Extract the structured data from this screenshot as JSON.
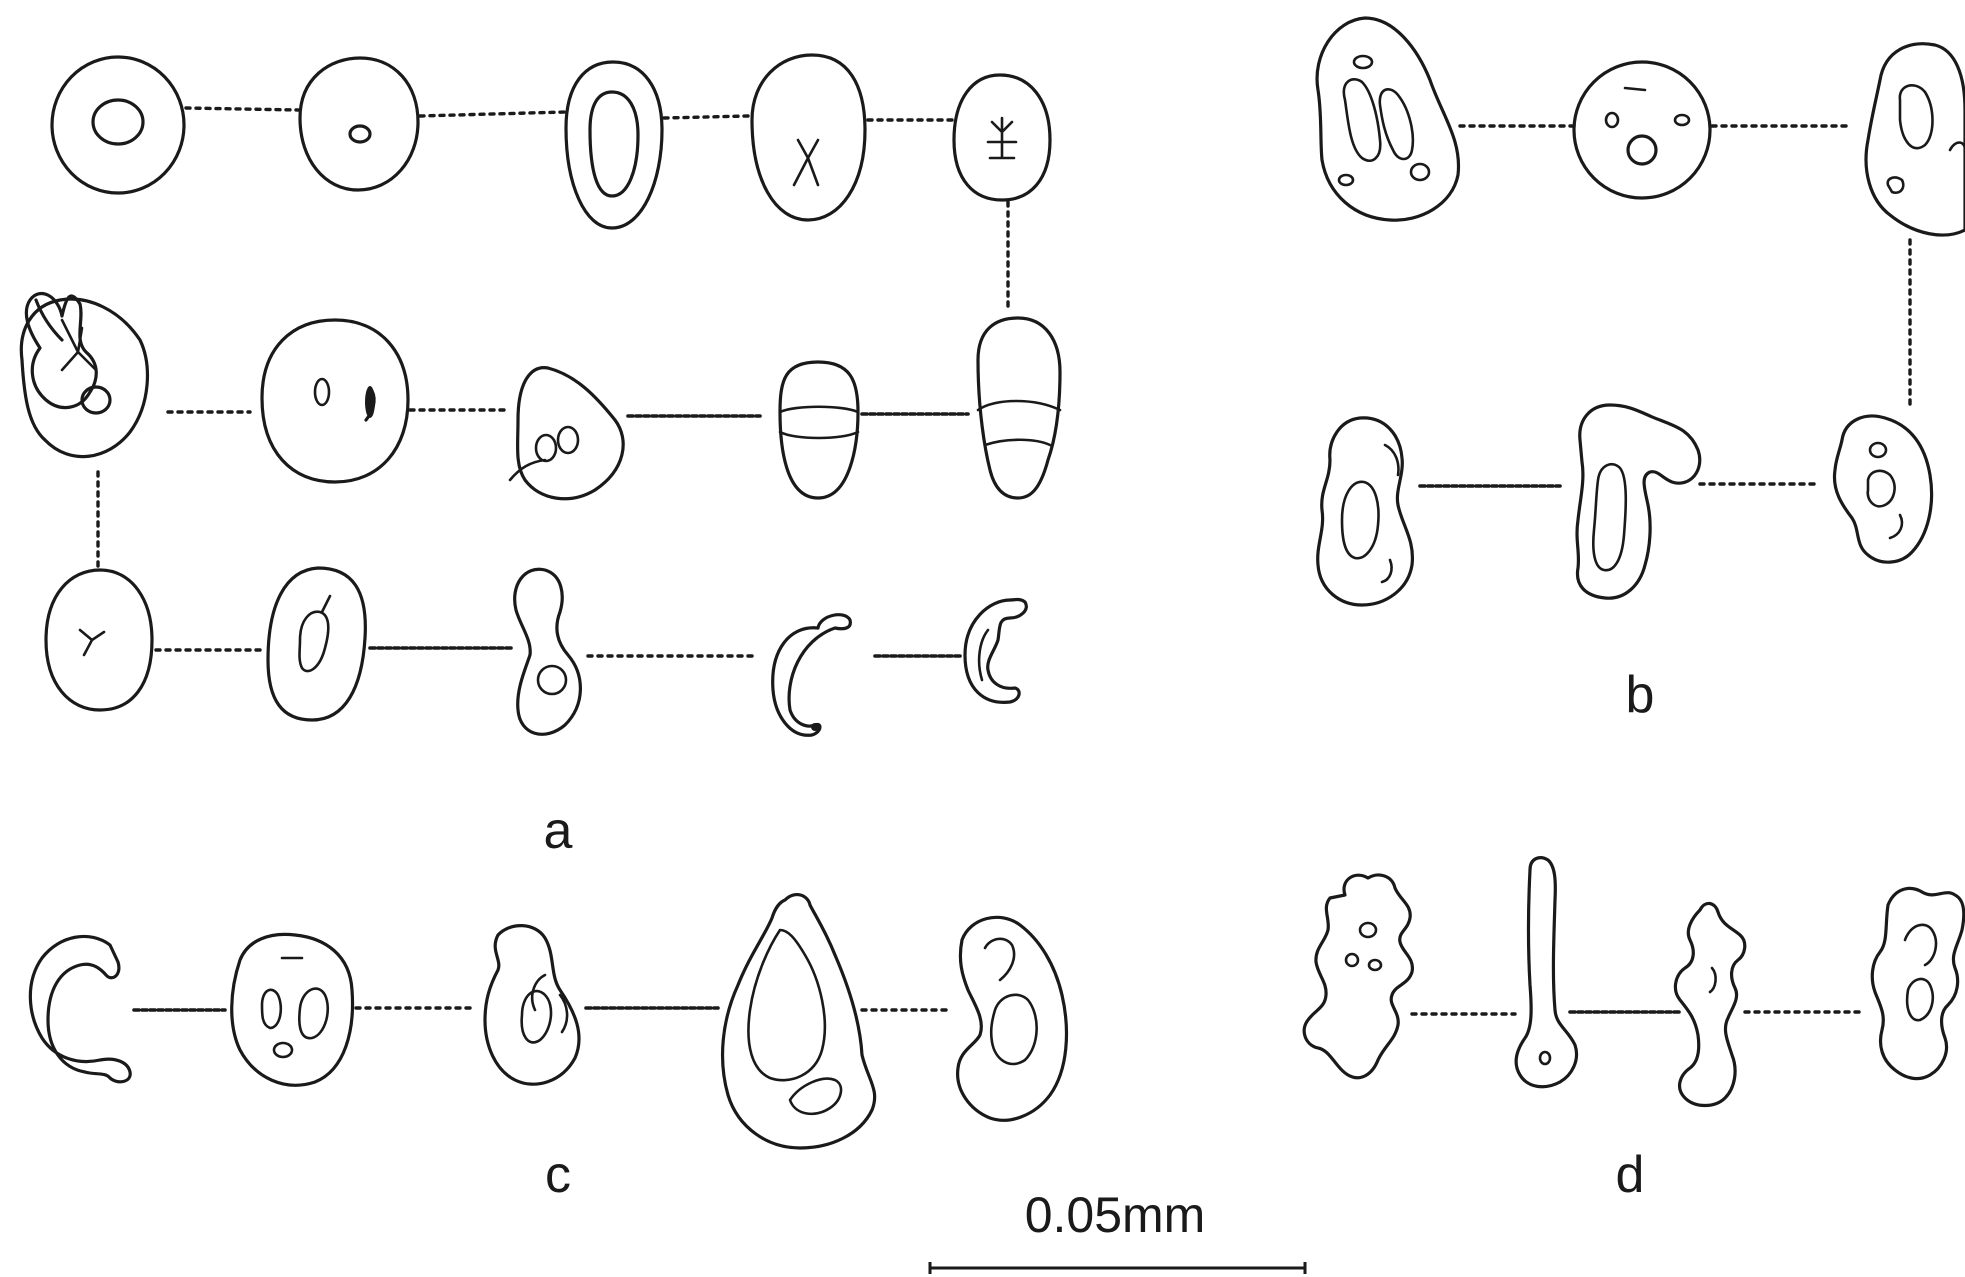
{
  "figure": {
    "panels": [
      {
        "id": "a",
        "label": "a"
      },
      {
        "id": "b",
        "label": "b"
      },
      {
        "id": "c",
        "label": "c"
      },
      {
        "id": "d",
        "label": "d"
      }
    ],
    "scale_bar": {
      "label": "0.05mm"
    }
  },
  "colors": {
    "ink": "#1a1a1a",
    "paper": "#ffffff"
  }
}
